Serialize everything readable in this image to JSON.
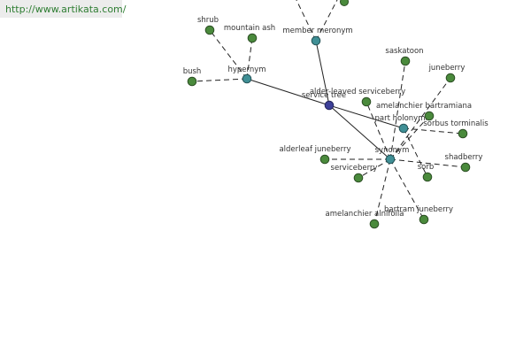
{
  "header": {
    "url": "http://www.artikata.com/"
  },
  "graph": {
    "root": {
      "id": "service-tree",
      "label": "service tree"
    },
    "relations": [
      {
        "id": "hypernym",
        "label": "hypernym"
      },
      {
        "id": "member-meronym",
        "label": "member meronym"
      },
      {
        "id": "part-holonym",
        "label": "part holonym"
      },
      {
        "id": "synonym",
        "label": "synonym"
      }
    ],
    "leaves": [
      {
        "id": "shrub",
        "label": "shrub",
        "parent": "hypernym"
      },
      {
        "id": "mountain-ash",
        "label": "mountain ash",
        "parent": "hypernym"
      },
      {
        "id": "bush",
        "label": "bush",
        "parent": "hypernym"
      },
      {
        "id": "saskatoon",
        "label": "saskatoon",
        "parent": "synonym"
      },
      {
        "id": "juneberry",
        "label": "juneberry",
        "parent": "synonym"
      },
      {
        "id": "alder-leaved-serviceberry",
        "label": "alder-leaved serviceberry",
        "parent": "synonym"
      },
      {
        "id": "amelanchier-bartramiana",
        "label": "amelanchier bartramiana",
        "parent": "synonym"
      },
      {
        "id": "sorbus-torminalis",
        "label": "sorbus torminalis",
        "parent": "part-holonym"
      },
      {
        "id": "alderleaf-juneberry",
        "label": "alderleaf juneberry",
        "parent": "synonym"
      },
      {
        "id": "shadberry",
        "label": "shadberry",
        "parent": "synonym"
      },
      {
        "id": "serviceberry",
        "label": "serviceberry",
        "parent": "synonym"
      },
      {
        "id": "sorb",
        "label": "sorb",
        "parent": "part-holonym"
      },
      {
        "id": "amelanchier-alnifolia",
        "label": "amelanchier alnifolia",
        "parent": "synonym"
      },
      {
        "id": "bartram-juneberry",
        "label": "bartram juneberry",
        "parent": "synonym"
      }
    ]
  }
}
